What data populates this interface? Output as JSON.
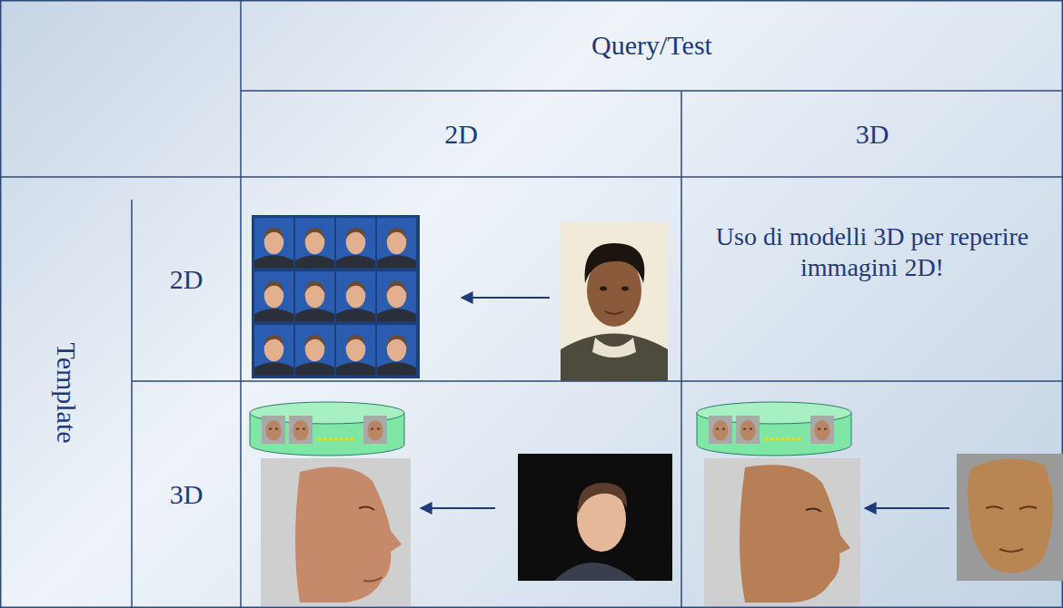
{
  "diagram": {
    "labels": [
      "Query/Test",
      "2D",
      "3D",
      "Template",
      "2D",
      "3D",
      "Uso di modelli 3D per reperire immagini 2D!"
    ]
  }
}
